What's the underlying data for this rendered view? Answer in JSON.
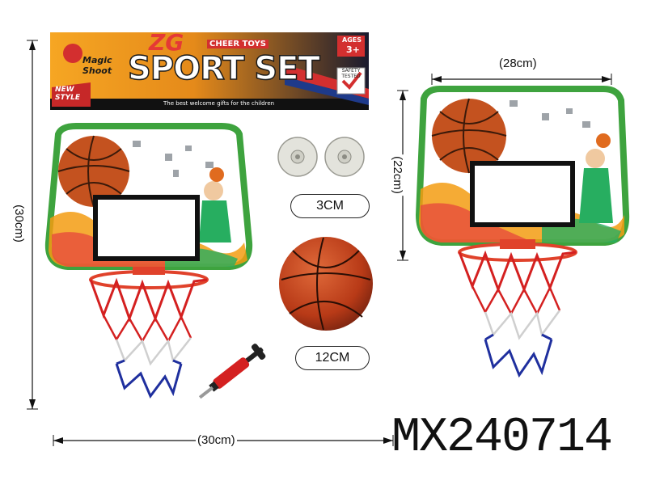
{
  "banner": {
    "brand_logo": "ZG",
    "brand_small": "CHEER TOYS",
    "title": "SPORT SET",
    "subtitle": "Magic Shoot",
    "badge": "NEW STYLE",
    "ages_label": "AGES",
    "ages_value": "3+",
    "safety_label": "SAFETY TESTED",
    "tagline": "The best welcome gifts for the children"
  },
  "dimensions": {
    "left_height": "(30cm)",
    "left_width": "(30cm)",
    "right_width": "(28cm)",
    "right_height": "(22cm)"
  },
  "parts": {
    "suction_cup_size": "3CM",
    "ball_size": "12CM"
  },
  "model_code": "MX240714",
  "colors": {
    "board_border": "#3ea33e",
    "ball": "#c4521f",
    "rim": "#e0422b",
    "net_red": "#d42020",
    "net_blue": "#1f2f9e",
    "banner_bg": "#2a1d15",
    "banner_accent": "#f3a31b"
  }
}
